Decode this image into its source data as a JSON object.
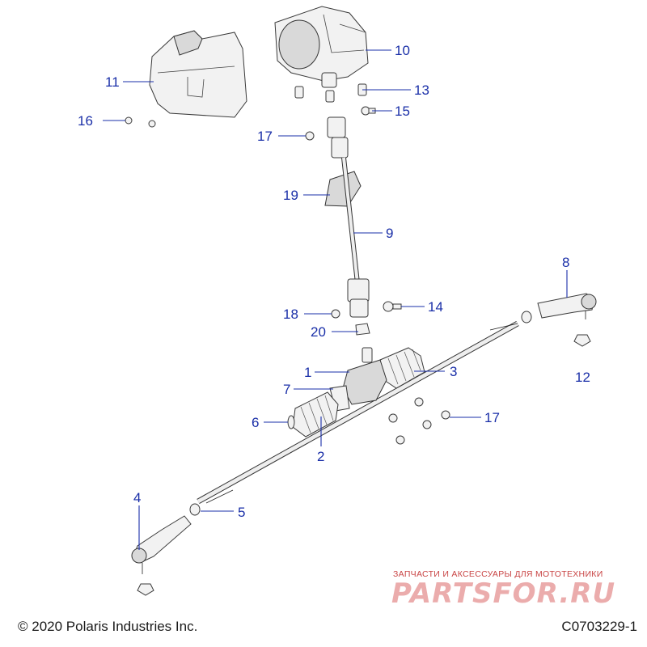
{
  "callouts": {
    "c1": "1",
    "c2": "2",
    "c3": "3",
    "c4": "4",
    "c5": "5",
    "c6": "6",
    "c7": "7",
    "c8": "8",
    "c9": "9",
    "c10": "10",
    "c11": "11",
    "c12": "12",
    "c13": "13",
    "c14": "14",
    "c15": "15",
    "c16": "16",
    "c17a": "17",
    "c17b": "17",
    "c18": "18",
    "c19": "19",
    "c20": "20"
  },
  "footer": {
    "copyright": "© 2020 Polaris Industries Inc.",
    "drawing_id": "C0703229-1"
  },
  "watermark": {
    "tagline": "ЗАПЧАСТИ И АКСЕССУАРЫ ДЛЯ МОТОТЕХНИКИ",
    "logo": "PARTSFOR.RU"
  },
  "colors": {
    "callout": "#1a2fa8",
    "line_art": "#333333",
    "watermark": "#c94545"
  }
}
